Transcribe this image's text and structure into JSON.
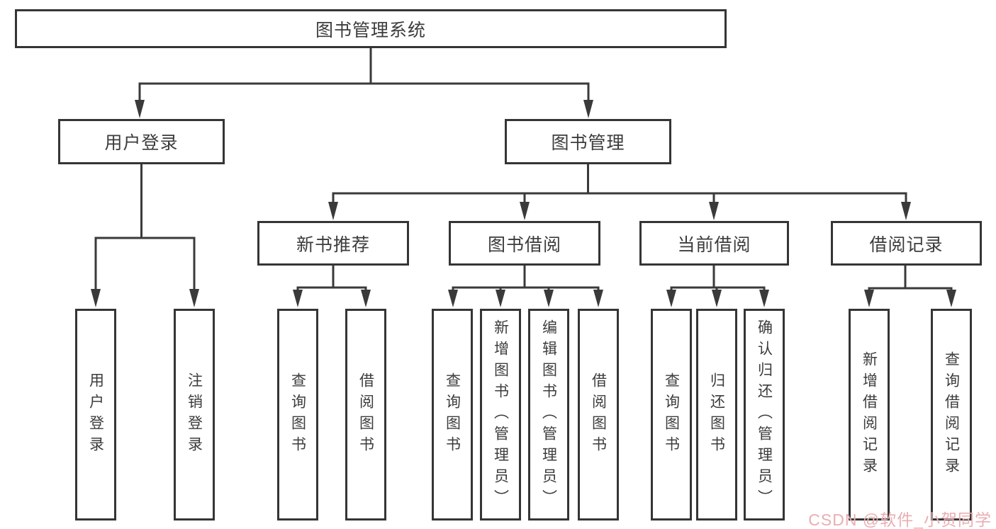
{
  "diagram_title": "图书管理系统",
  "tree": {
    "root": {
      "label": "图书管理系统"
    },
    "branches": [
      {
        "label": "用户登录",
        "children": [
          {
            "label": "用户登录"
          },
          {
            "label": "注销登录"
          }
        ]
      },
      {
        "label": "图书管理",
        "children": [
          {
            "label": "新书推荐",
            "children": [
              {
                "label": "查询图书"
              },
              {
                "label": "借阅图书"
              }
            ]
          },
          {
            "label": "图书借阅",
            "children": [
              {
                "label": "查询图书"
              },
              {
                "label": "新增图书（管理员）"
              },
              {
                "label": "编辑图书（管理员）"
              },
              {
                "label": "借阅图书"
              }
            ]
          },
          {
            "label": "当前借阅",
            "children": [
              {
                "label": "查询图书"
              },
              {
                "label": "归还图书"
              },
              {
                "label": "确认归还（管理员）"
              }
            ]
          },
          {
            "label": "借阅记录",
            "children": [
              {
                "label": "新增借阅记录"
              },
              {
                "label": "查询借阅记录"
              }
            ]
          }
        ]
      }
    ]
  },
  "watermark": {
    "text": "CSDN @软件_小贺同学"
  },
  "colors": {
    "line": "#3a3a3a",
    "box_border": "#353535",
    "text": "#3c3c3c",
    "watermark": "#e9aeb2",
    "background": "#ffffff"
  }
}
